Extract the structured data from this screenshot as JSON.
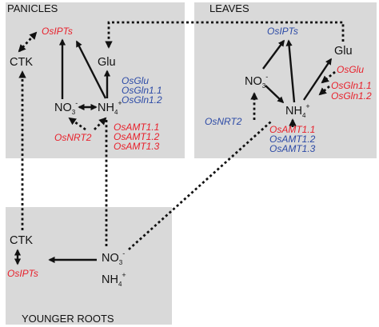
{
  "panels": {
    "panicles": "PANICLES",
    "leaves": "LEAVES",
    "roots": "YOUNGER ROOTS"
  },
  "panicles": {
    "ctk": "CTK",
    "ipts": "OsIPTs",
    "glu": "Glu",
    "no3": "NO",
    "no3_sub": "3",
    "no3_sup": "-",
    "nh4": "NH",
    "nh4_sub": "4",
    "nh4_sup": "+",
    "gs_genes": [
      "OsGlu",
      "OsGln1.1",
      "OsGln1.2"
    ],
    "nrt": "OsNRT2",
    "amt_genes": [
      "OsAMT1.1",
      "OsAMT1.2",
      "OsAMT1.3"
    ]
  },
  "leaves": {
    "ipts": "OsIPTs",
    "glu": "Glu",
    "no3": "NO",
    "no3_sub": "3",
    "no3_sup": "-",
    "nh4": "NH",
    "nh4_sub": "4",
    "nh4_sup": "+",
    "glu_genes": [
      "OsGlu"
    ],
    "gln_genes": [
      "OsGln1.1",
      "OsGln1.2"
    ],
    "nrt": "OsNRT2",
    "amt_red": [
      "OsAMT1.1"
    ],
    "amt_blue": [
      "OsAMT1.2",
      "OsAMT1.3"
    ]
  },
  "roots": {
    "ctk": "CTK",
    "ipts": "OsIPTs",
    "no3": "NO",
    "no3_sub": "3",
    "no3_sup": "-",
    "nh4": "NH",
    "nh4_sub": "4",
    "nh4_sup": "+"
  },
  "colors": {
    "panel": "#d9d9d9",
    "upregulated": "#e8202b",
    "other": "#2c4aa6",
    "ink": "#111111"
  }
}
